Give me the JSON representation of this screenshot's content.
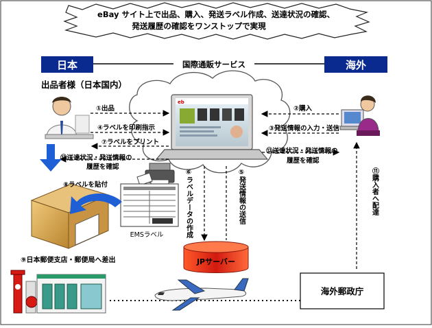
{
  "banner": {
    "line1": "eBay サイト上で出品、購入、発送ラベル作成、送達状況の確認、",
    "line2": "発送履歴の確認をワンストップで実現"
  },
  "header": {
    "left_label": "日本",
    "center_label": "国際通販サービス",
    "right_label": "海外"
  },
  "seller_label": "出品者様（日本国内）",
  "flows": {
    "step1": "①出品",
    "step2": "②購入",
    "step3": "③発送情報の入力・送信",
    "step4": "④ラベルを印刷指示",
    "step5": "⑤発送情報の送信",
    "step6": "⑥ラベルデータの作成",
    "step7": "⑦ラベルをプリント",
    "step8": "⑧ラベルを貼付",
    "step9": "⑨日本郵便支店・郵便局へ差出",
    "step11": "⑪購入者へ配達",
    "step12_left_line1": "⑫送達状況・発送情報の",
    "step12_left_line2": "履歴を確認",
    "step12_right_line1": "⑫送達状況・発送情報の",
    "step12_right_line2": "履歴を確認"
  },
  "ems_label": "EMSラベル",
  "server_label": "JPサーバー",
  "overseas_post_label": "海外郵政庁",
  "colors": {
    "header_blue": "#0a2a8f",
    "arrow_blue": "#1f5fd6",
    "server_red": "#e8261a"
  }
}
